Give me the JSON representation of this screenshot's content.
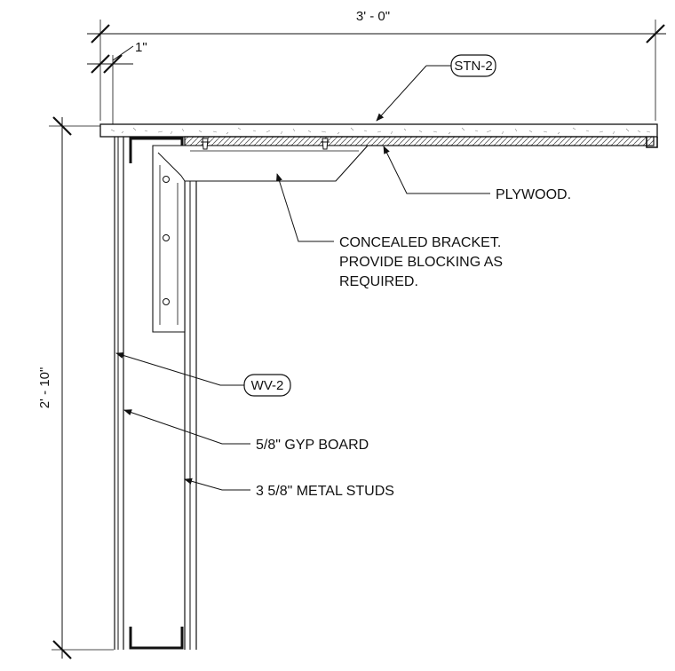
{
  "dimensions": {
    "width": "3' - 0\"",
    "height": "2' - 10\"",
    "offset": "1\""
  },
  "tags": {
    "countertop": "STN-2",
    "wall_finish": "WV-2"
  },
  "notes": {
    "plywood": "PLYWOOD.",
    "bracket": [
      "CONCEALED BRACKET.",
      "PROVIDE BLOCKING AS",
      "REQUIRED."
    ],
    "gyp_board": "5/8\" GYP BOARD",
    "studs": "3 5/8\" METAL STUDS"
  },
  "colors": {
    "line": "#111111",
    "hatch": "#555555"
  }
}
